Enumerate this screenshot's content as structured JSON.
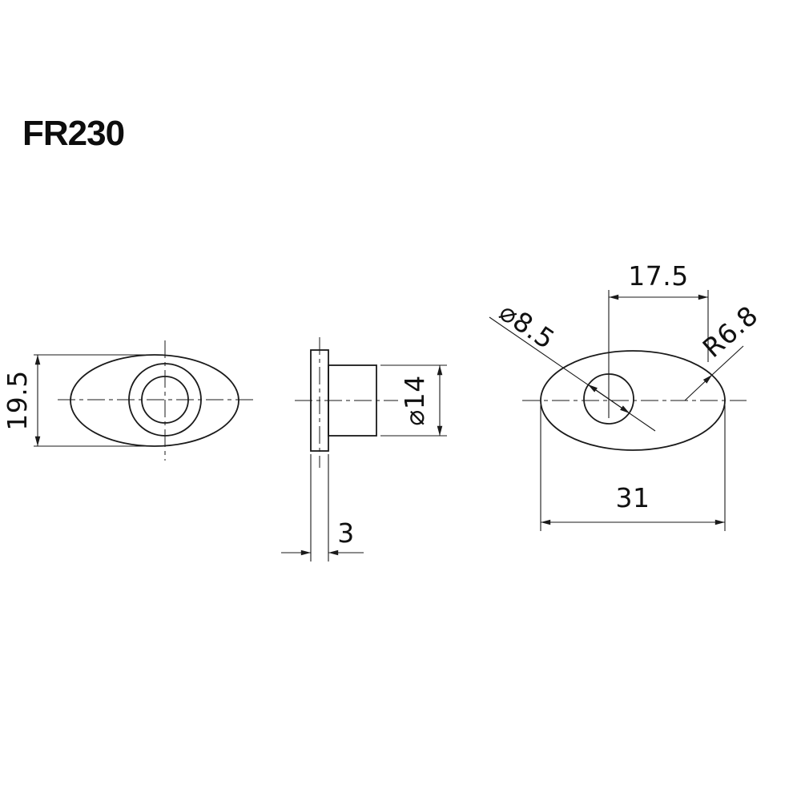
{
  "title": "FR230",
  "drawing": {
    "front_view": {
      "dim_height": "19.5"
    },
    "side_view": {
      "dim_boss_diameter": "⌀14",
      "dim_plate_thickness": "3"
    },
    "rear_view": {
      "dim_hole_offset": "17.5",
      "dim_hole_diameter": "⌀8.5",
      "dim_end_radius": "R6.8",
      "dim_width": "31"
    }
  },
  "colors": {
    "background": "#ffffff",
    "line_color": "#1a1a1a",
    "text_color": "#111111"
  }
}
